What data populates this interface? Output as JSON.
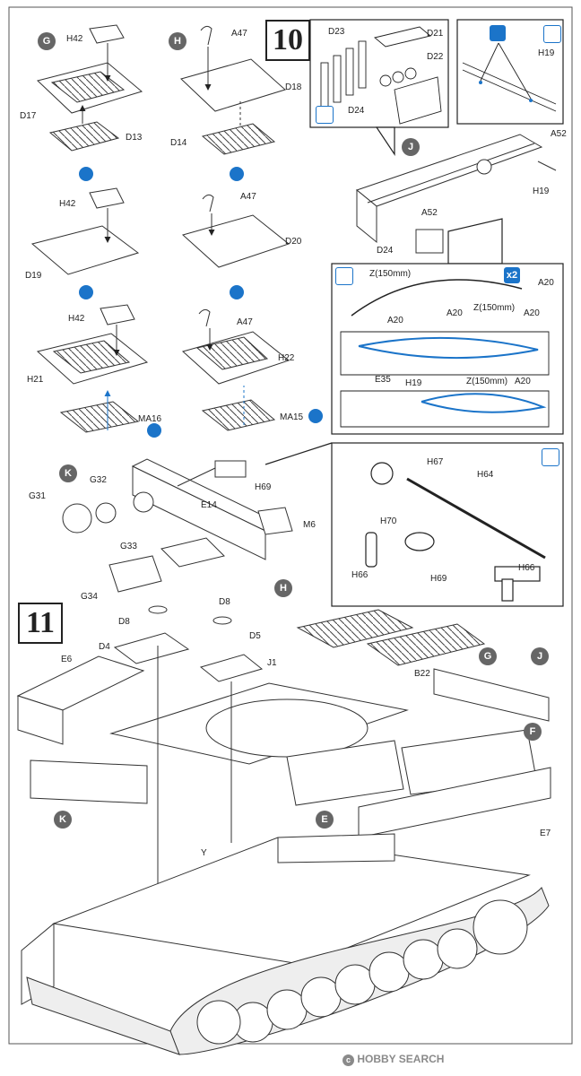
{
  "steps": {
    "step10": "10",
    "step11": "11"
  },
  "circle_labels": {
    "G": "G",
    "H": "H",
    "J": "J",
    "K": "K",
    "E": "E",
    "F": "F"
  },
  "step10_labels": {
    "g_col": {
      "H42a": "H42",
      "D17": "D17",
      "D13": "D13",
      "H42b": "H42",
      "D19": "D19",
      "H42c": "H42",
      "H21": "H21",
      "MA16": "MA16"
    },
    "h_col": {
      "A47a": "A47",
      "D18": "D18",
      "D14": "D14",
      "A47b": "A47",
      "D20": "D20",
      "A47c": "A47",
      "H22": "H22",
      "MA15": "MA15"
    },
    "j_frag": {
      "D23": "D23",
      "D21": "D21",
      "D22": "D22",
      "D24": "D24"
    },
    "h19_detail": {
      "H19": "H19"
    },
    "j_part": {
      "A52a": "A52",
      "H19": "H19",
      "A52b": "A52",
      "D24": "D24",
      "A20": "A20"
    },
    "cable_box": {
      "Z1": "Z(150mm)",
      "A20a": "A20",
      "A20b": "A20",
      "Z2": "Z(150mm)",
      "A20c": "A20",
      "H19": "H19",
      "E35": "E35",
      "Z3": "Z(150mm)",
      "A20d": "A20",
      "x2": "x2"
    },
    "k_part": {
      "G31": "G31",
      "G32": "G32",
      "H69": "H69",
      "E14": "E14",
      "M6": "M6",
      "G33": "G33",
      "G34": "G34"
    },
    "mg_box": {
      "H67": "H67",
      "H64": "H64",
      "H70": "H70",
      "H66a": "H66",
      "H69": "H69",
      "H66b": "H66"
    }
  },
  "step11_labels": {
    "D8a": "D8",
    "D8b": "D8",
    "D4": "D4",
    "D5": "D5",
    "E6": "E6",
    "J1": "J1",
    "B22": "B22",
    "E7": "E7",
    "Y": "Y"
  },
  "footer": {
    "brand": "HOBBY SEARCH",
    "mark": "c"
  },
  "colors": {
    "ink": "#222222",
    "accent_blue": "#1b74c9",
    "circle_grey": "#666666"
  },
  "icons": [
    "cement-icon",
    "optional-icon",
    "paint-icon",
    "flip-icon",
    "x2-icon"
  ]
}
